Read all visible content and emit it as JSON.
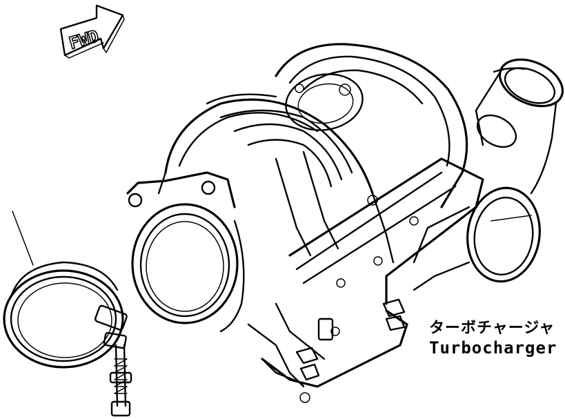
{
  "fwd_arrow": {
    "label": "FWD"
  },
  "part_label": {
    "japanese": "ターボチャージャ",
    "english": "Turbocharger"
  },
  "colors": {
    "ink": "#000000",
    "paper": "#ffffff"
  }
}
